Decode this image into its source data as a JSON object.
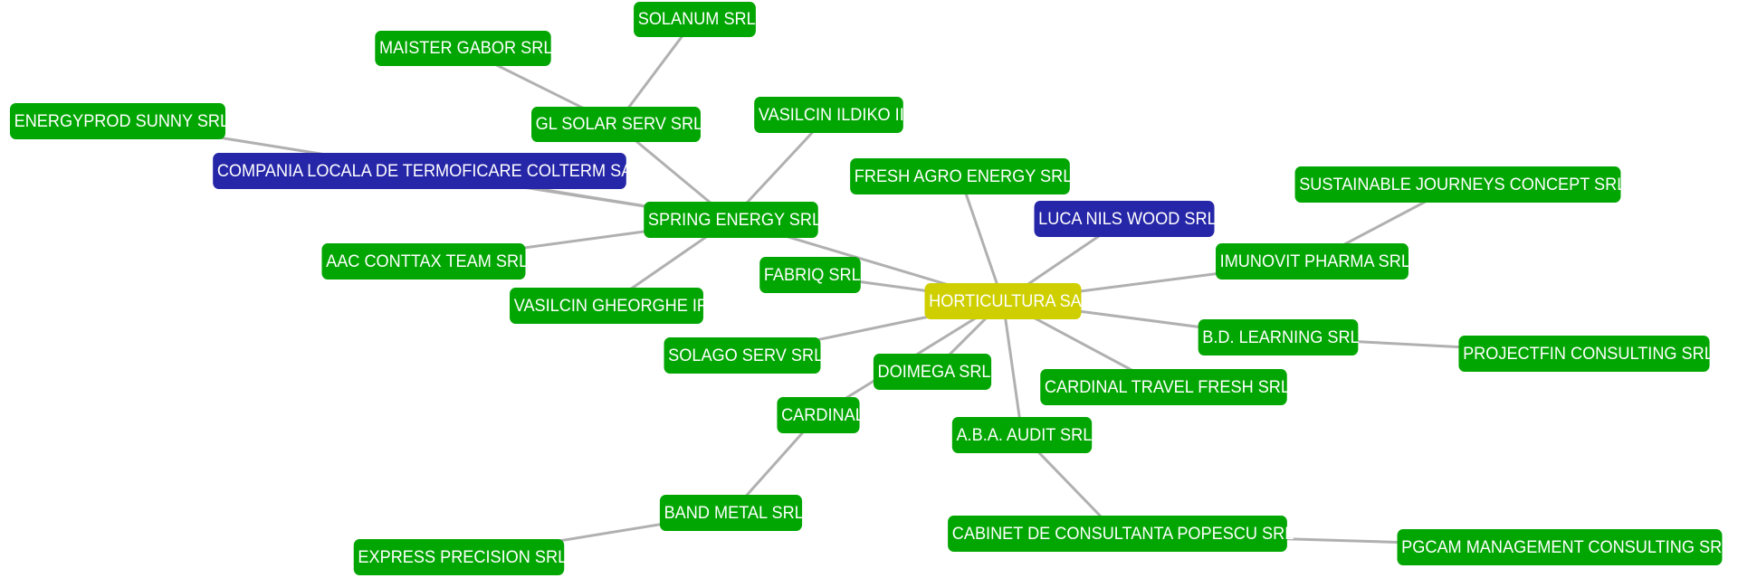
{
  "colors": {
    "default_node": "#02a602",
    "highlight_node": "#2626a8",
    "center_node": "#cfcf00",
    "edge": "#b0b0b0",
    "label": "#ffffff"
  },
  "nodes": [
    {
      "id": "solanum",
      "label": "SOLANUM SRL",
      "kind": "green"
    },
    {
      "id": "maister",
      "label": "MAISTER GABOR SRL",
      "kind": "green"
    },
    {
      "id": "energyprod",
      "label": "ENERGYPROD SUNNY SRL",
      "kind": "green"
    },
    {
      "id": "glsolar",
      "label": "GL SOLAR SERV SRL",
      "kind": "green"
    },
    {
      "id": "ildiko",
      "label": "VASILCIN ILDIKO II",
      "kind": "green"
    },
    {
      "id": "colterm",
      "label": "COMPANIA LOCALA DE TERMOFICARE COLTERM SA",
      "kind": "blue"
    },
    {
      "id": "freshagro",
      "label": "FRESH AGRO ENERGY SRL",
      "kind": "green"
    },
    {
      "id": "sustainable",
      "label": "SUSTAINABLE JOURNEYS CONCEPT SRL",
      "kind": "green"
    },
    {
      "id": "lucanils",
      "label": "LUCA NILS WOOD SRL",
      "kind": "blue"
    },
    {
      "id": "spring",
      "label": "SPRING ENERGY SRL",
      "kind": "green"
    },
    {
      "id": "aac",
      "label": "AAC CONTTAX TEAM SRL",
      "kind": "green"
    },
    {
      "id": "fabriq",
      "label": "FABRIQ SRL",
      "kind": "green"
    },
    {
      "id": "imunovit",
      "label": "IMUNOVIT PHARMA SRL",
      "kind": "green"
    },
    {
      "id": "gheorghe",
      "label": "VASILCIN GHEORGHE IF",
      "kind": "green"
    },
    {
      "id": "horticultura",
      "label": "HORTICULTURA SA",
      "kind": "yellow"
    },
    {
      "id": "bdlearning",
      "label": "B.D. LEARNING SRL",
      "kind": "green"
    },
    {
      "id": "solago",
      "label": "SOLAGO SERV SRL",
      "kind": "green"
    },
    {
      "id": "projectfin",
      "label": "PROJECTFIN CONSULTING SRL",
      "kind": "green"
    },
    {
      "id": "doimega",
      "label": "DOIMEGA SRL",
      "kind": "green"
    },
    {
      "id": "cardtravel",
      "label": "CARDINAL TRAVEL FRESH SRL",
      "kind": "green"
    },
    {
      "id": "cardinal",
      "label": "CARDINAL SA",
      "kind": "green"
    },
    {
      "id": "aba",
      "label": "A.B.A. AUDIT SRL",
      "kind": "green"
    },
    {
      "id": "bandmetal",
      "label": "BAND METAL SRL",
      "kind": "green"
    },
    {
      "id": "cabinet",
      "label": "CABINET DE CONSULTANTA POPESCU SRL",
      "kind": "green"
    },
    {
      "id": "pgcam",
      "label": "PGCAM MANAGEMENT CONSULTING SRL",
      "kind": "green"
    },
    {
      "id": "express",
      "label": "EXPRESS PRECISION SRL",
      "kind": "green"
    }
  ],
  "edges": [
    [
      "solanum",
      "glsolar"
    ],
    [
      "maister",
      "glsolar"
    ],
    [
      "glsolar",
      "spring"
    ],
    [
      "ildiko",
      "spring"
    ],
    [
      "energyprod",
      "spring"
    ],
    [
      "colterm",
      "spring"
    ],
    [
      "aac",
      "spring"
    ],
    [
      "gheorghe",
      "spring"
    ],
    [
      "spring",
      "horticultura"
    ],
    [
      "freshagro",
      "horticultura"
    ],
    [
      "lucanils",
      "horticultura"
    ],
    [
      "fabriq",
      "horticultura"
    ],
    [
      "imunovit",
      "horticultura"
    ],
    [
      "sustainable",
      "imunovit"
    ],
    [
      "bdlearning",
      "horticultura"
    ],
    [
      "projectfin",
      "bdlearning"
    ],
    [
      "solago",
      "horticultura"
    ],
    [
      "doimega",
      "horticultura"
    ],
    [
      "cardinal",
      "horticultura"
    ],
    [
      "cardtravel",
      "horticultura"
    ],
    [
      "aba",
      "horticultura"
    ],
    [
      "cabinet",
      "aba"
    ],
    [
      "pgcam",
      "cabinet"
    ],
    [
      "bandmetal",
      "cardinal"
    ],
    [
      "express",
      "bandmetal"
    ]
  ]
}
